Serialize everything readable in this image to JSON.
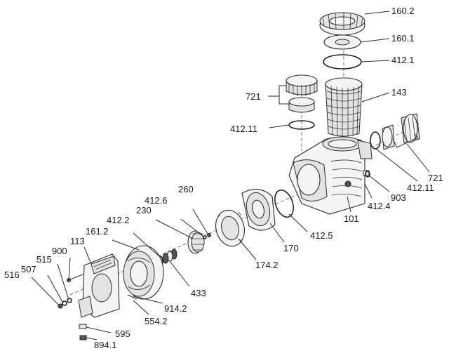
{
  "labels": {
    "p160_2": "160.2",
    "p160_1": "160.1",
    "p412_1": "412.1",
    "p143": "143",
    "p721_a": "721",
    "p412_11_a": "412.11",
    "p721_b": "721",
    "p412_11_b": "412.11",
    "p903": "903",
    "p412_4": "412.4",
    "p101": "101",
    "p412_5": "412.5",
    "p170": "170",
    "p174_2": "174.2",
    "p260": "260",
    "p412_6": "412.6",
    "p230": "230",
    "p412_2": "412.2",
    "p161_2": "161.2",
    "p113": "113",
    "p900": "900",
    "p515": "515",
    "p507": "507",
    "p516": "516",
    "p433": "433",
    "p914_2": "914.2",
    "p554_2": "554.2",
    "p595": "595",
    "p894_1": "894.1"
  },
  "colors": {
    "line": "#2b2b2b",
    "fill": "#f4f4f4",
    "text": "#1a1a1a"
  }
}
